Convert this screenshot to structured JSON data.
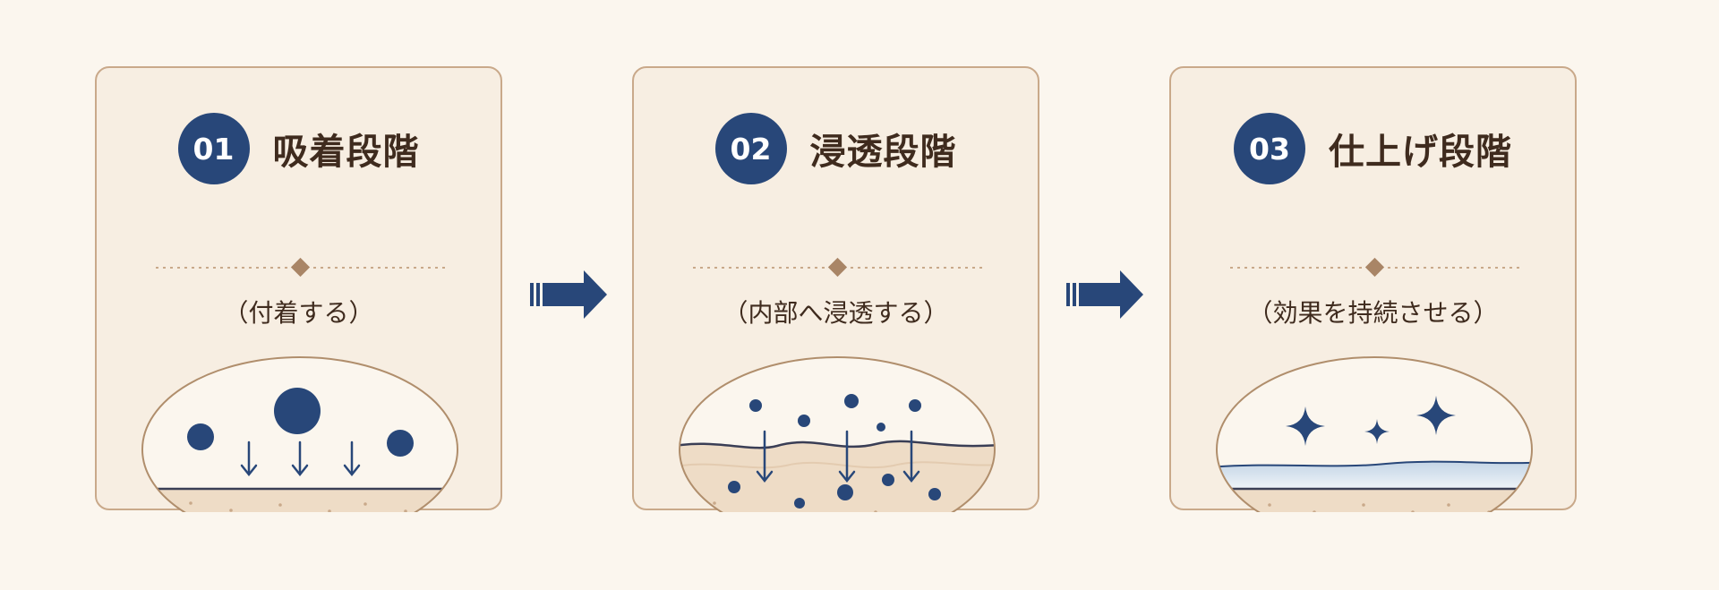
{
  "colors": {
    "background": "#fbf6ee",
    "card_fill": "#f7eee2",
    "card_border": "#c9a98a",
    "accent_navy": "#284779",
    "title_text": "#3f2b1e",
    "skin_fill": "#eedcc6",
    "divider_diamond": "#a98566"
  },
  "stages": [
    {
      "number": "01",
      "title": "吸着段階",
      "subtitle": "（付着する）"
    },
    {
      "number": "02",
      "title": "浸透段階",
      "subtitle": "（内部へ浸透する）"
    },
    {
      "number": "03",
      "title": "仕上げ段階",
      "subtitle": "（効果を持続させる）"
    }
  ],
  "connectors": [
    "arrow-right-icon",
    "arrow-right-icon"
  ]
}
